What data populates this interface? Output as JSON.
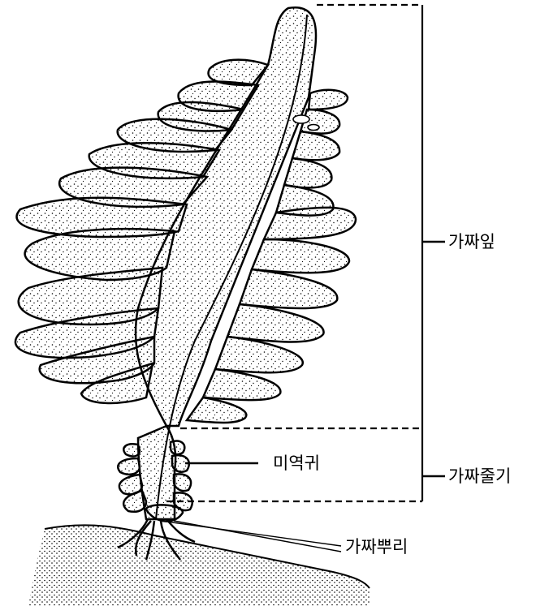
{
  "labels": {
    "blade": "가짜잎",
    "stipe": "가짜줄기",
    "sporophyll": "미역귀",
    "holdfast": "가짜뿌리"
  },
  "colors": {
    "ink": "#000000",
    "background": "#ffffff"
  }
}
